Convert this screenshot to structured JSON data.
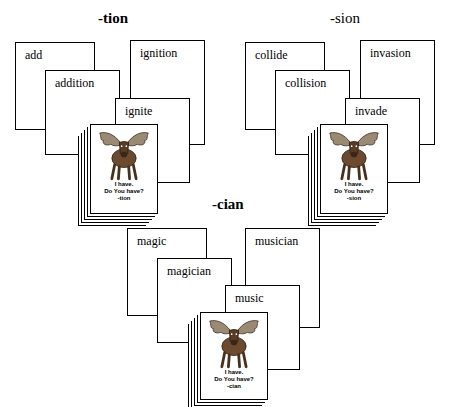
{
  "diagram": {
    "nodes": [
      {
        "text": [
          "add"
        ]
      },
      {
        "text": [
          "ignition"
        ]
      },
      {
        "text": [
          "addition"
        ]
      },
      {
        "text": [
          "ignite"
        ]
      },
      {
        "text": [
          "I have.",
          "Do You have?",
          "-tion"
        ]
      },
      {
        "text": [
          "collide"
        ]
      },
      {
        "text": [
          "invasion"
        ]
      },
      {
        "text": [
          "collision"
        ]
      },
      {
        "text": [
          "invade"
        ]
      },
      {
        "text": [
          "I have.",
          "Do You have?",
          "-sion"
        ]
      },
      {
        "text": [
          "magic"
        ]
      },
      {
        "text": [
          "musician"
        ]
      },
      {
        "text": [
          "magician"
        ]
      },
      {
        "text": [
          "music"
        ]
      },
      {
        "text": [
          "I have.",
          "Do You have?",
          "-cian"
        ]
      }
    ],
    "labels": [
      "-tion",
      "-sion",
      "-cian"
    ]
  }
}
